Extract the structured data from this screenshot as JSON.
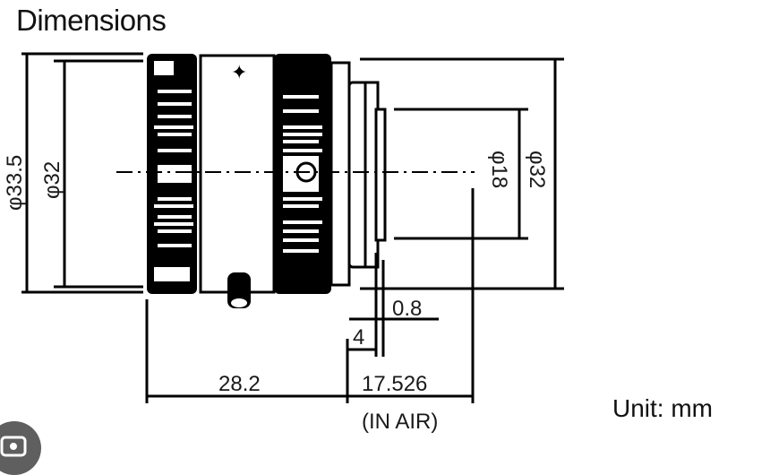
{
  "title": "Dimensions",
  "unit_label": "Unit: mm",
  "dimensions": {
    "outer_diameter": "φ33.5",
    "mount_diameter_left": "φ32",
    "rear_diameter": "φ18",
    "mount_diameter_right": "φ32",
    "flange_offset": "0.8",
    "flange_thickness": "4",
    "body_length": "28.2",
    "back_focus": "17.526",
    "back_focus_note": "(IN AIR)"
  },
  "overlay": {
    "icon": "camera-lens-icon"
  },
  "colors": {
    "line": "#000000",
    "text": "#1a1a1a",
    "icon_bg": "#5f5f5f"
  }
}
